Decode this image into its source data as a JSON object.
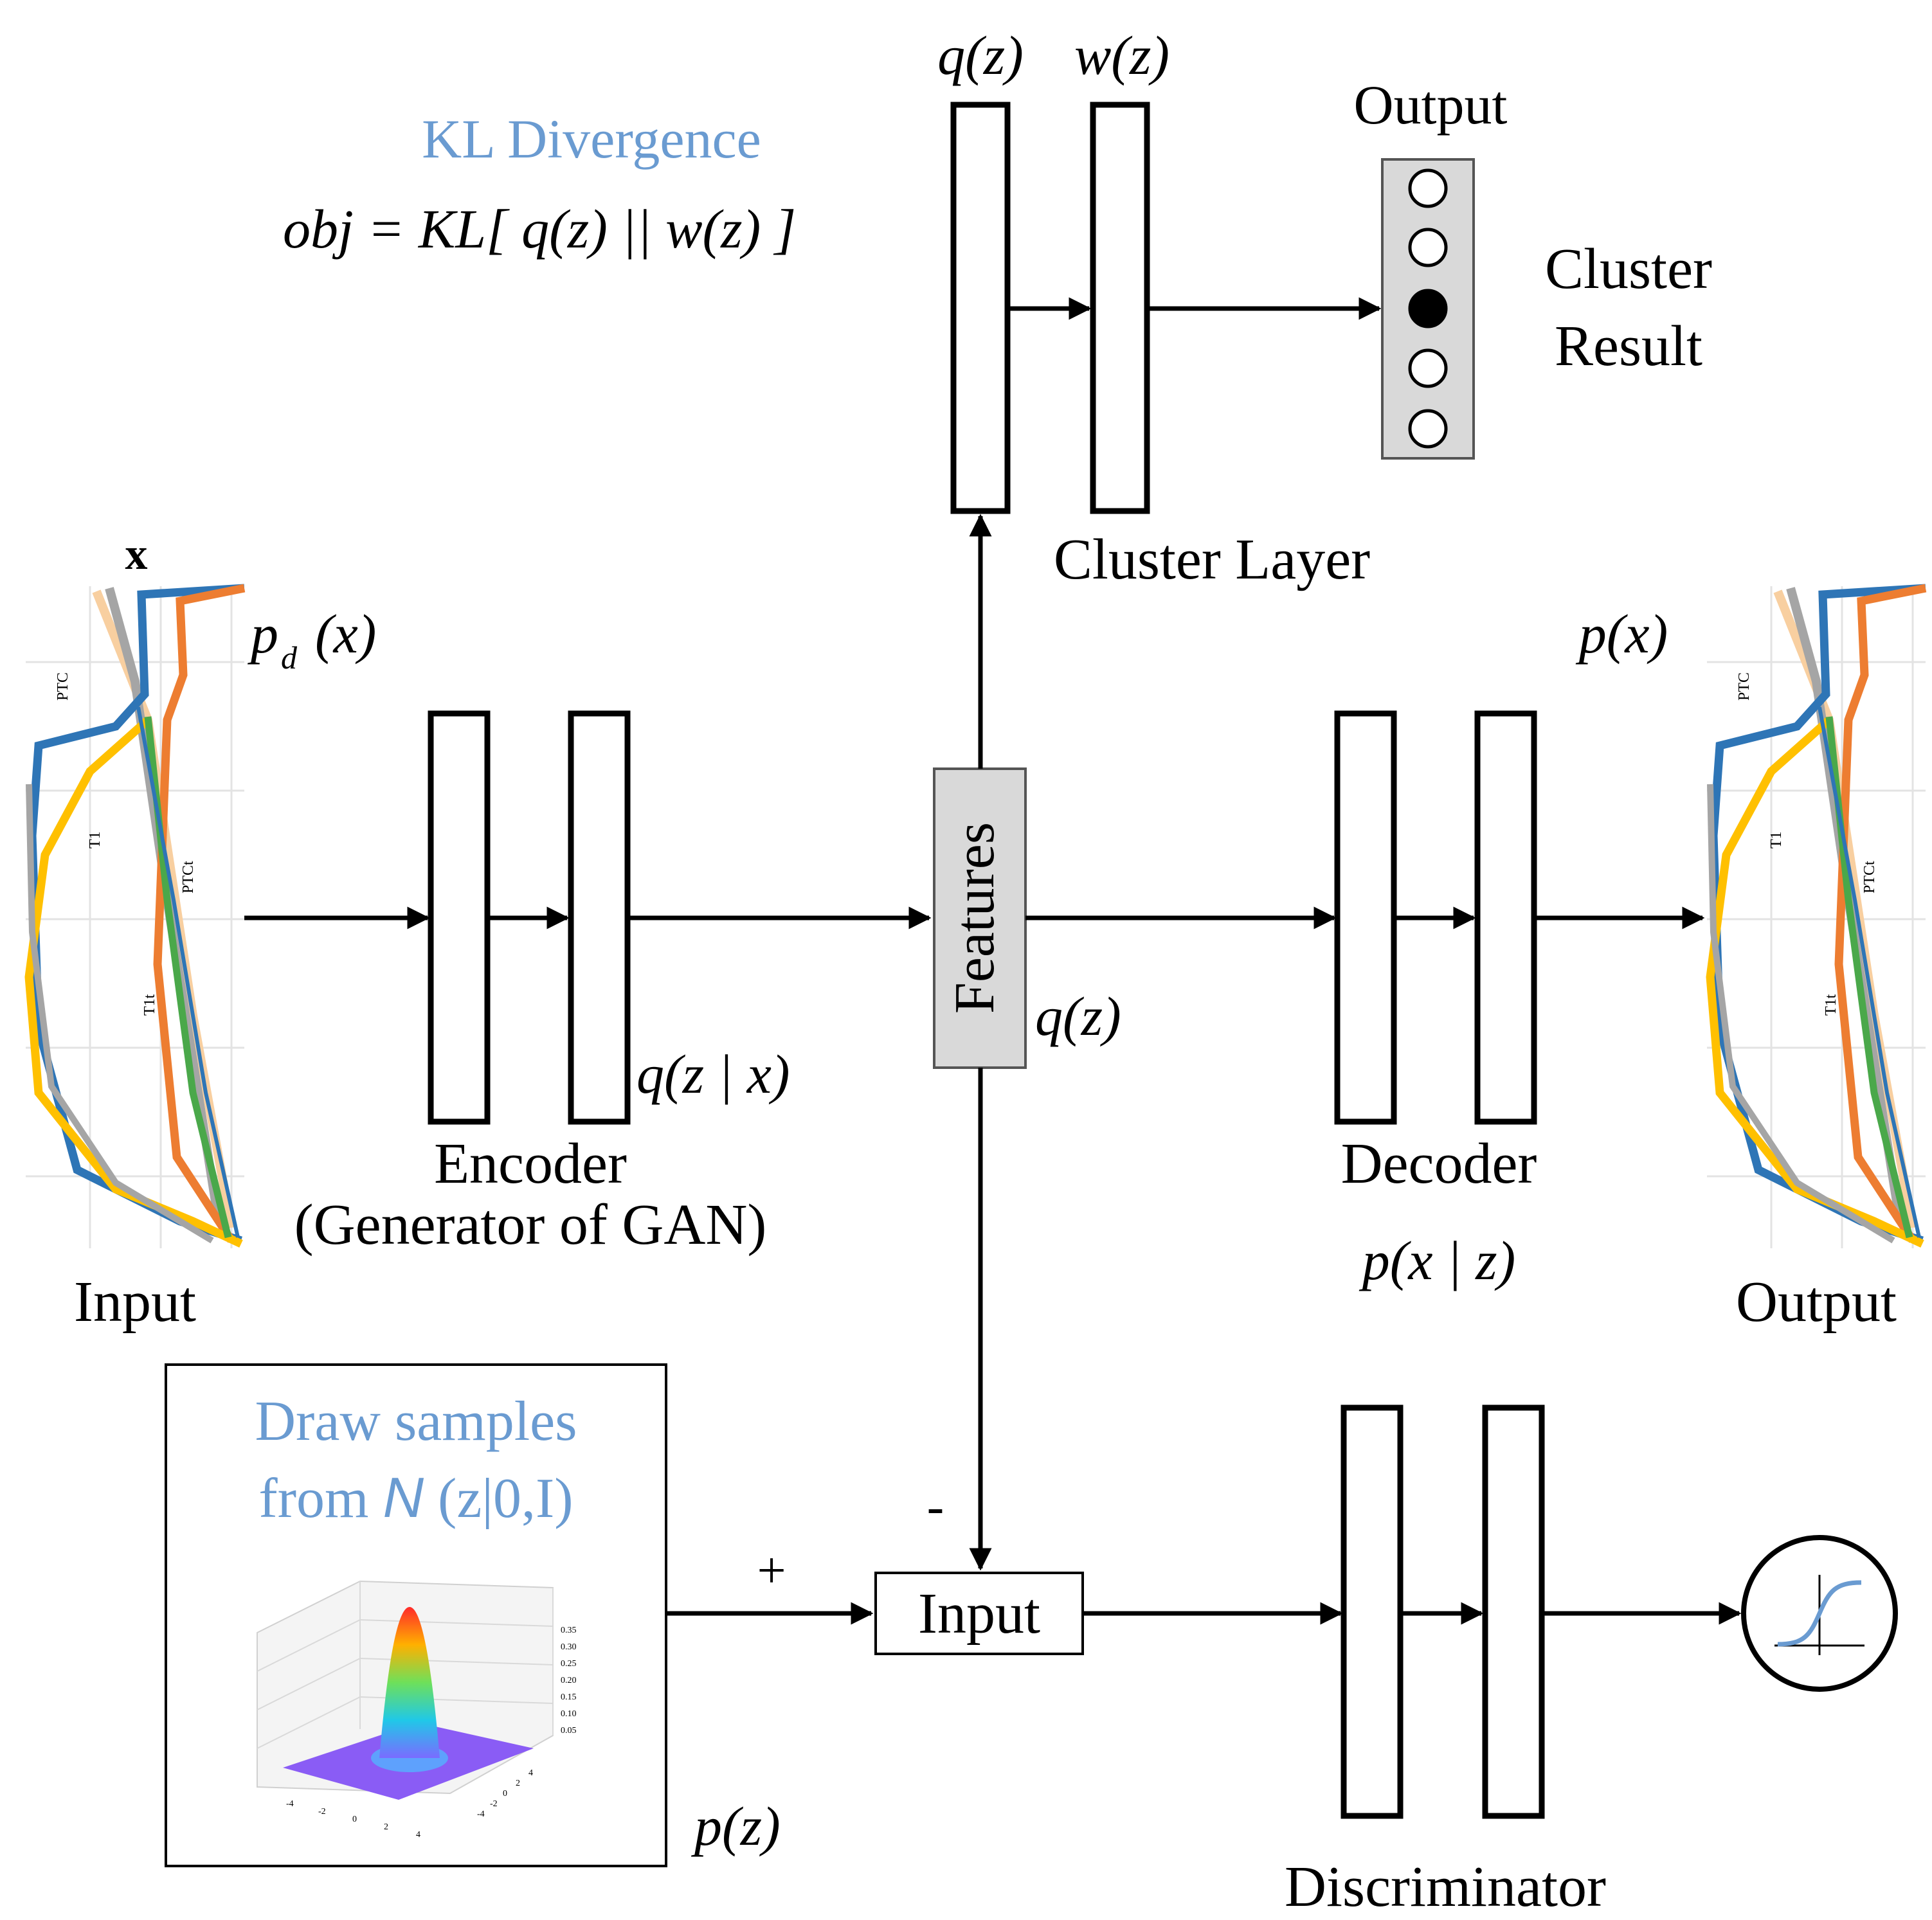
{
  "colors": {
    "accent_blue": "#6a9bd1",
    "box_fill": "#d9d9d9",
    "curve_orange": "#ed7d31",
    "curve_blue": "#2e75b6",
    "curve_gray": "#a5a5a5",
    "curve_yellow": "#ffc000",
    "curve_green": "#4aa84a"
  },
  "kl": {
    "title": "KL Divergence",
    "formula": "obj = KL[ q(z) || w(z) ]"
  },
  "top_labels": {
    "qz": "q(z)",
    "wz": "w(z)",
    "output": "Output",
    "cluster_result_1": "Cluster",
    "cluster_result_2": "Result",
    "cluster_layer": "Cluster Layer"
  },
  "input_side": {
    "x_label": "x",
    "pd": "p",
    "pd_sub": "d",
    "pd_arg": "(x)",
    "caption": "Input",
    "curve_tags": [
      "PTC",
      "T1",
      "PTCt",
      "T1t"
    ]
  },
  "encoder": {
    "label": "Encoder",
    "sublabel": "(Generator of GAN)",
    "qzx": "q(z | x)"
  },
  "features": {
    "label": "Features",
    "qz": "q(z)"
  },
  "decoder": {
    "label": "Decoder",
    "pxz": "p(x | z)"
  },
  "output_side": {
    "px": "p(x)",
    "caption": "Output"
  },
  "sampler": {
    "line1": "Draw samples",
    "line2_prefix": "from ",
    "line2_N": "N",
    "line2_suffix": " (z|0,I)",
    "pz": "p(z)",
    "plot_ticks": [
      "0.35",
      "0.30",
      "0.25",
      "0.20",
      "0.15",
      "0.10",
      "0.05"
    ],
    "axis_ticks": [
      "-4",
      "-2",
      "0",
      "2",
      "4"
    ]
  },
  "discriminator": {
    "input_label": "Input",
    "plus": "+",
    "minus": "-",
    "label": "Discriminator"
  },
  "icons": {
    "sigmoid": "sigmoid-icon"
  }
}
